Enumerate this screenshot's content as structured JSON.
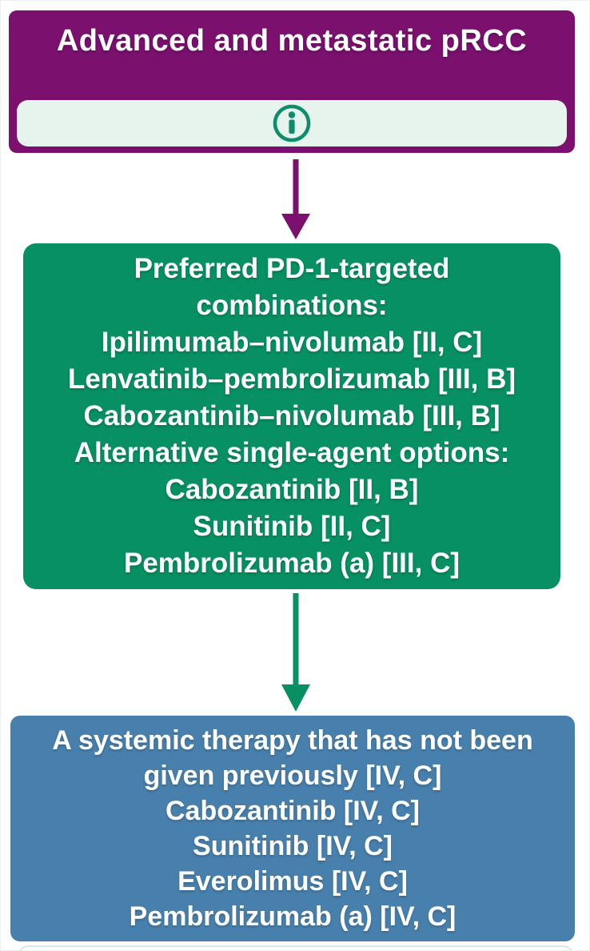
{
  "colors": {
    "purple": "#7B106F",
    "green": "#079063",
    "blue": "#4880AD",
    "info_bar_bg": "#E7F3ED",
    "info_icon_teal": "#0E8D6D",
    "text": "#FFFFFF"
  },
  "diagram": {
    "title_box": {
      "label": "Advanced and metastatic pRCC",
      "info_button_icon": "info-icon"
    },
    "arrow_1_color": "#7B106F",
    "treatment_box": {
      "lines": [
        "Preferred PD-1-targeted",
        "combinations:",
        "Ipilimumab–nivolumab [II, C]",
        "Lenvatinib–pembrolizumab [III, B]",
        "Cabozantinib–nivolumab [III, B]",
        "Alternative single-agent options:",
        "Cabozantinib [II, B]",
        "Sunitinib [II, C]",
        "Pembrolizumab (a) [III, C]"
      ]
    },
    "arrow_2_color": "#079063",
    "subsequent_box": {
      "lines": [
        "A systemic therapy that has not been",
        "given previously [IV, C]",
        "Cabozantinib [IV, C]",
        "Sunitinib [IV, C]",
        "Everolimus [IV, C]",
        "Pembrolizumab (a) [IV, C]"
      ]
    }
  }
}
